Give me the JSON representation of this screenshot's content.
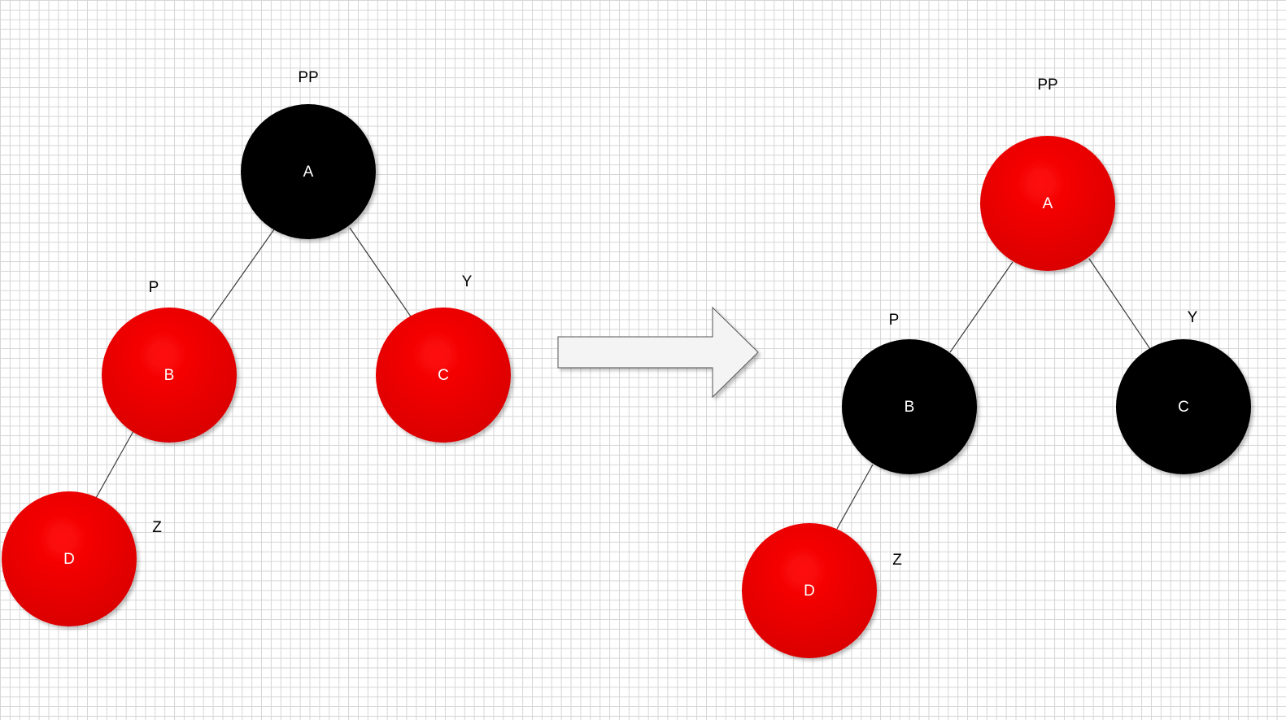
{
  "colors": {
    "red": "#e00000",
    "black": "#000000"
  },
  "before": {
    "nodes": {
      "A": {
        "label": "A",
        "color": "black"
      },
      "B": {
        "label": "B",
        "color": "red"
      },
      "C": {
        "label": "C",
        "color": "red"
      },
      "D": {
        "label": "D",
        "color": "red"
      }
    },
    "roles": {
      "pp": "PP",
      "p": "P",
      "y": "Y",
      "z": "Z"
    }
  },
  "after": {
    "nodes": {
      "A": {
        "label": "A",
        "color": "red"
      },
      "B": {
        "label": "B",
        "color": "black"
      },
      "C": {
        "label": "C",
        "color": "black"
      },
      "D": {
        "label": "D",
        "color": "red"
      }
    },
    "roles": {
      "pp": "PP",
      "p": "P",
      "y": "Y",
      "z": "Z"
    }
  }
}
